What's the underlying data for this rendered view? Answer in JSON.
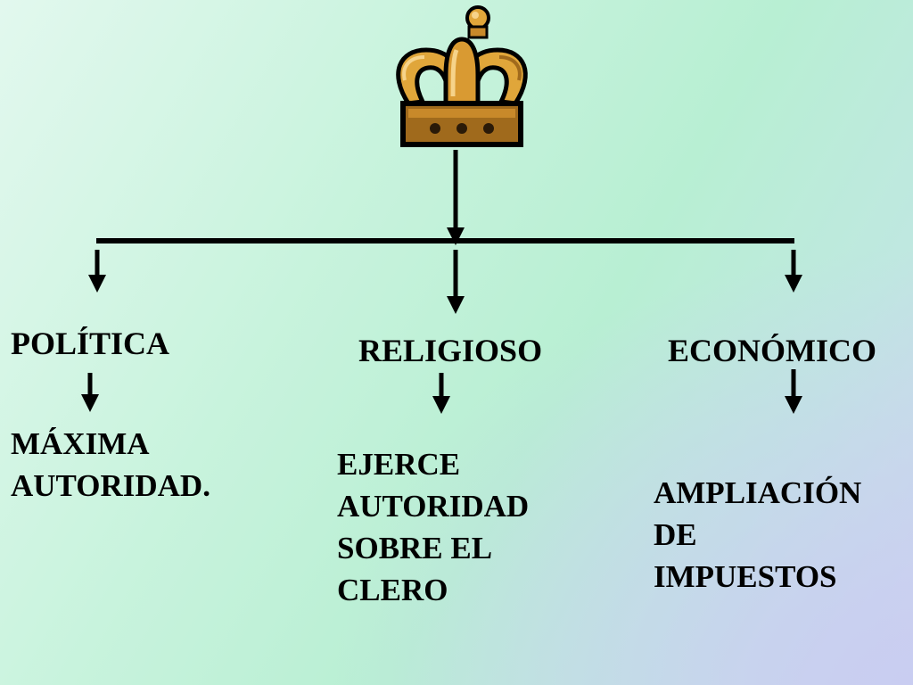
{
  "root": {
    "icon": "crown-icon"
  },
  "branches": [
    {
      "title": "POLÍTICA",
      "detail": "MÁXIMA\nAUTORIDAD."
    },
    {
      "title": "RELIGIOSO",
      "detail": "EJERCE\nAUTORIDAD\nSOBRE EL\nCLERO"
    },
    {
      "title": "ECONÓMICO",
      "detail": "AMPLIACIÓN\nDE\nIMPUESTOS"
    }
  ],
  "colors": {
    "crown_gold": "#e0a63a",
    "crown_shadow": "#a06a1c",
    "connector": "#000000"
  }
}
